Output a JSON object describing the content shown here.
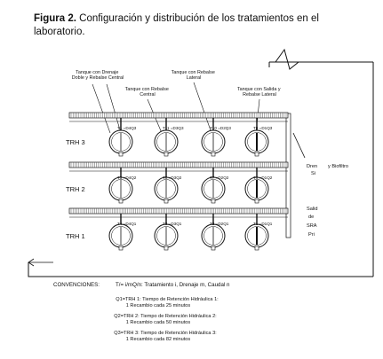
{
  "caption": {
    "prefix": "Figura 2.",
    "text": "Configuración y distribución de los tratamientos en el laboratorio."
  },
  "tank_types": [
    "Tanque con Drenaje Doble y Rebalse Central",
    "Tanque con Rebalse Central",
    "Tanque con Rebalse Lateral",
    "Tanque con Salida y Rebalse Lateral"
  ],
  "rows": [
    {
      "label": "TRH 3",
      "tanks": [
        "T1 =D4Q3",
        "T11 =D3Q3",
        "T10 =D2Q3",
        "T9 =D1Q3"
      ]
    },
    {
      "label": "TRH 2",
      "tanks": [
        "T5 =D4Q2",
        "T8 =D3Q2",
        "T7 =D2Q2",
        "T6 =D1Q2"
      ]
    },
    {
      "label": "TRH 1",
      "tanks": [
        "T4 =D4Q1",
        "T3 =D3Q1",
        "T2 =D2Q1",
        "T1 =D1Q1"
      ]
    }
  ],
  "right_labels": {
    "top": [
      "Dren",
      "y Biofiltro",
      "Si"
    ],
    "bottom": [
      "Salid",
      "de",
      "SRA",
      "Pri"
    ]
  },
  "conventions": {
    "title": "CONVENCIONES:",
    "legend": "T/= i/mQ/n: Tratamiento i, Drenaje m, Caudal n",
    "items": [
      {
        "line1": "Q1=TRH 1: Tiempo de Retención Hidráulica 1:",
        "line2": "1 Recambio cada 25 minutos"
      },
      {
        "line1": "Q2=TRH 2: Tiempo de Retención Hidráulica 2:",
        "line2": "1 Recambio cada 50 minutos"
      },
      {
        "line1": "Q3=TRH 3: Tiempo de Retención Hidráulica 3:",
        "line2": "1 Recambio cada 82 minutos"
      }
    ]
  }
}
